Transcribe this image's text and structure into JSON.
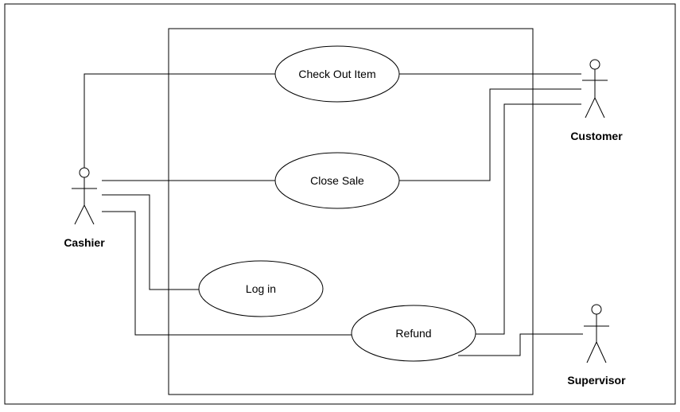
{
  "use_cases": [
    {
      "id": "checkout",
      "label": "Check Out Item"
    },
    {
      "id": "close-sale",
      "label": "Close Sale"
    },
    {
      "id": "login",
      "label": "Log in"
    },
    {
      "id": "refund",
      "label": "Refund"
    }
  ],
  "actors": [
    {
      "id": "cashier",
      "label": "Cashier"
    },
    {
      "id": "customer",
      "label": "Customer"
    },
    {
      "id": "supervisor",
      "label": "Supervisor"
    }
  ],
  "associations": [
    {
      "actor": "cashier",
      "use_case": "checkout"
    },
    {
      "actor": "cashier",
      "use_case": "close-sale"
    },
    {
      "actor": "cashier",
      "use_case": "login"
    },
    {
      "actor": "cashier",
      "use_case": "refund"
    },
    {
      "actor": "customer",
      "use_case": "checkout"
    },
    {
      "actor": "customer",
      "use_case": "close-sale"
    },
    {
      "actor": "customer",
      "use_case": "refund"
    },
    {
      "actor": "supervisor",
      "use_case": "refund"
    }
  ]
}
